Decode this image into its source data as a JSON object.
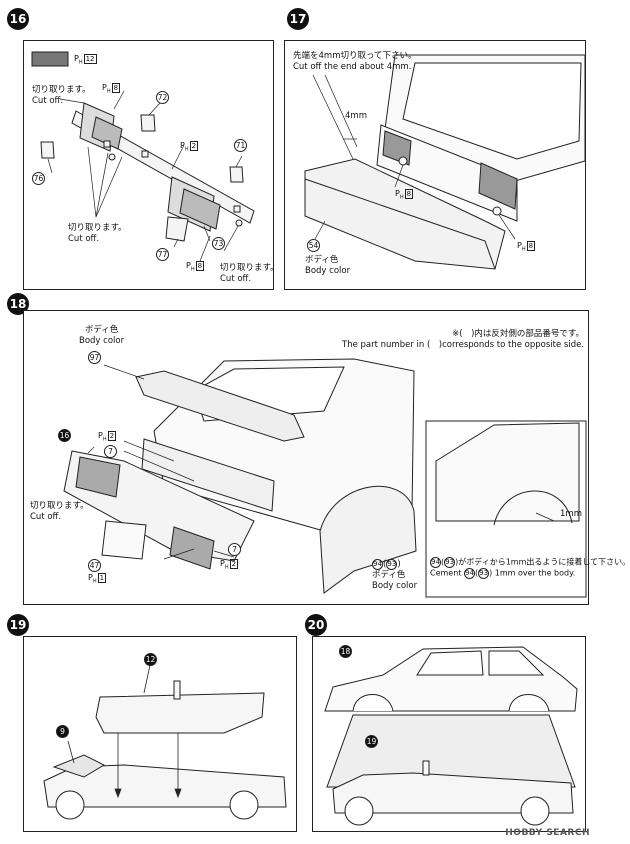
{
  "steps": {
    "s16": "16",
    "s17": "17",
    "s18": "18",
    "s19": "19",
    "s20": "20"
  },
  "step16": {
    "part_tag": "P",
    "part_tag_sub": "H",
    "part_tag_box": "12",
    "cut_top_jp": "切り取ります。",
    "cut_top_en": "Cut off.",
    "cut_mid_jp": "切り取ります。",
    "cut_mid_en": "Cut off.",
    "cut_bot_jp": "切り取ります。",
    "cut_bot_en": "Cut off.",
    "ph_8a": "8",
    "ph_2": "2",
    "ph_8b": "8",
    "parts": [
      "72",
      "71",
      "76",
      "77",
      "73"
    ]
  },
  "step17": {
    "note_jp": "先端を4mm切り取って下さい。",
    "note_en": "Cut off the end about 4mm.",
    "dim": "4mm",
    "ph_8a": "8",
    "ph_8b": "8",
    "part": "54",
    "color_jp": "ボディ色",
    "color_en": "Body color"
  },
  "step18": {
    "color_jp": "ボディ色",
    "color_en": "Body color",
    "part_97": "97",
    "note_jp": "※(　)内は反対側の部品番号です。",
    "note_en": "The part number in (　)corresponds to the opposite side.",
    "ref_16": "16",
    "ph_2a": "2",
    "ph_2b": "2",
    "ph_1": "1",
    "seven_a": "7",
    "seven_b": "7",
    "cut_jp": "切り取ります。",
    "cut_en": "Cut off.",
    "part_47": "47",
    "part_94": "94",
    "part_93": "93",
    "fender_color_jp": "ボディ色",
    "fender_color_en": "Body color",
    "dim": "1mm",
    "inset_jp": "がボディから1mm出るように接着して下さい。",
    "inset_jp2": "接着して下さい。",
    "inset_en_pre": "Cement",
    "inset_en_post": "1mm over the body."
  },
  "step19": {
    "ref_12": "12",
    "ref_9": "9"
  },
  "step20": {
    "ref_18": "18",
    "ref_19": "19"
  },
  "watermark": "HOBBY SEARCH"
}
